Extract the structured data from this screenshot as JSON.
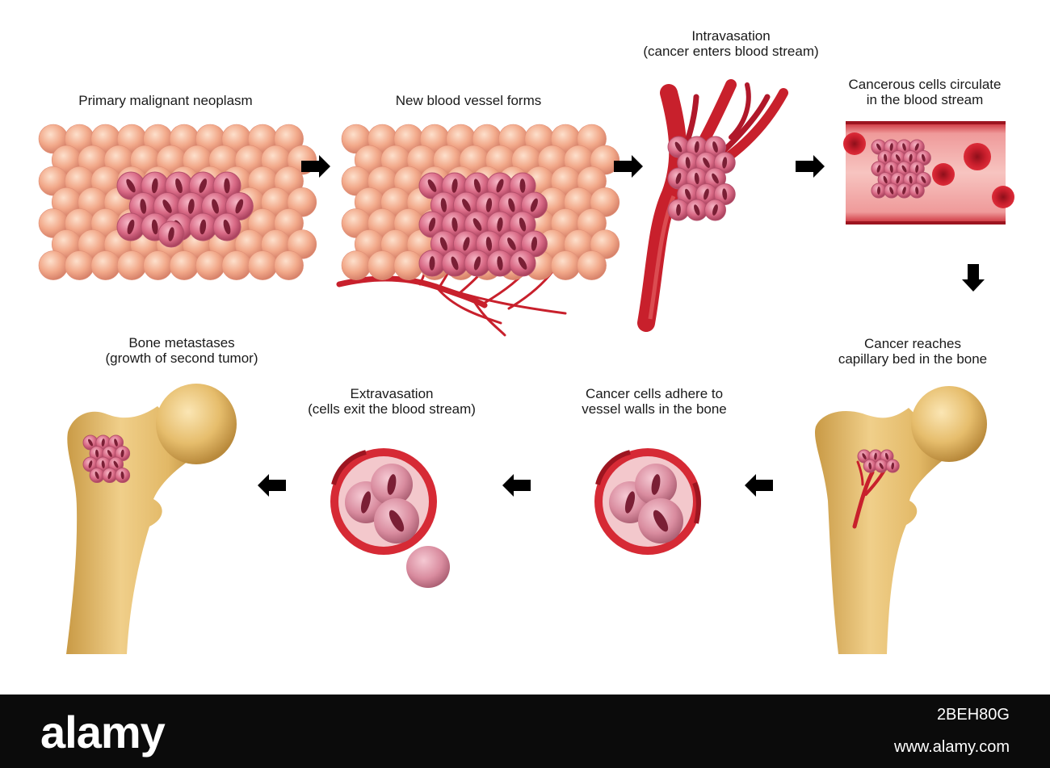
{
  "steps": {
    "primary": {
      "line1": "Primary malignant neoplasm"
    },
    "vessel": {
      "line1": "New blood vessel forms"
    },
    "intravasation": {
      "line1": "Intravasation",
      "line2": "(cancer enters blood stream)"
    },
    "circulate": {
      "line1": "Cancerous cells circulate",
      "line2": "in the blood stream"
    },
    "capillary": {
      "line1": "Cancer reaches",
      "line2": "capillary bed in the bone"
    },
    "adhere": {
      "line1": "Cancer cells adhere to",
      "line2": "vessel walls in the bone"
    },
    "extravasation": {
      "line1": "Extravasation",
      "line2": "(cells exit the blood stream)"
    },
    "metastases": {
      "line1": "Bone metastases",
      "line2": "(growth of second tumor)"
    }
  },
  "footer": {
    "brand": "alamy",
    "image_id": "2BEH80G",
    "url": "www.alamy.com"
  },
  "colors": {
    "tissue": "#f2a98a",
    "tumor": "#d96a86",
    "vessel": "#c8202c",
    "bone": "#e2b866",
    "footer_bg": "#0b0b0b"
  }
}
